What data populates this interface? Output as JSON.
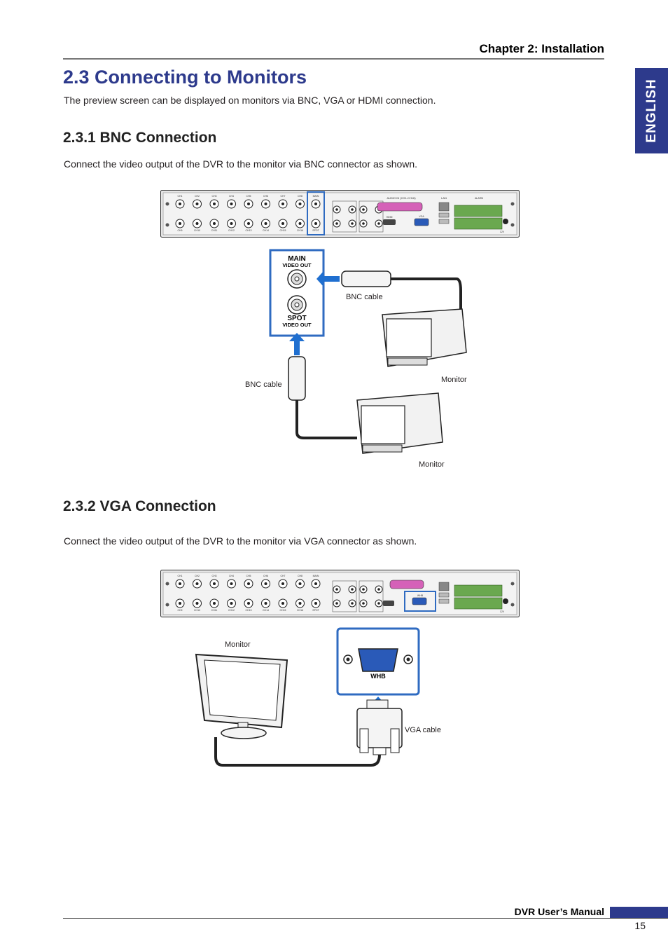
{
  "header": {
    "chapter": "Chapter 2: Installation",
    "language_tab": "ENGLISH"
  },
  "section": {
    "title": "2.3 Connecting to Monitors",
    "intro": "The preview screen can be displayed on monitors via BNC, VGA or HDMI connection."
  },
  "bnc": {
    "heading": "2.3.1 BNC Connection",
    "text": "Connect the video output of the DVR to the monitor via BNC connector as shown.",
    "main_label": "MAIN",
    "spot_label": "SPOT",
    "video_out_label": "VIDEO OUT",
    "cable_label": "BNC cable",
    "monitor_label": "Monitor"
  },
  "vga": {
    "heading": "2.3.2 VGA Connection",
    "text": "Connect the video output of the DVR to the monitor via VGA connector as shown.",
    "port_label": "WHB",
    "cable_label": "VGA cable",
    "monitor_label": "Monitor"
  },
  "dvr_panel": {
    "top_channels": [
      "CH1",
      "CH2",
      "CH3",
      "CH4",
      "CH5",
      "CH6",
      "CH7",
      "CH8"
    ],
    "bottom_channels": [
      "CH9",
      "CH10",
      "CH11",
      "CH12",
      "CH13",
      "CH14",
      "CH15",
      "CH16"
    ],
    "main": "MAIN",
    "spot": "SPOT",
    "audio_in": "AUDIO IN (CH1-CH16)",
    "hdmi": "HDMI",
    "vga": "VGA",
    "lan": "LAN",
    "alarm": "ALARM",
    "power": "12V"
  },
  "footer": {
    "manual_title": "DVR User’s Manual",
    "page_number": "15"
  },
  "colors": {
    "brand_blue": "#2d3a8c",
    "highlight_blue": "#2f6bc1",
    "arrow_blue": "#1f6fd0",
    "terminal_green": "#6aa84f"
  }
}
